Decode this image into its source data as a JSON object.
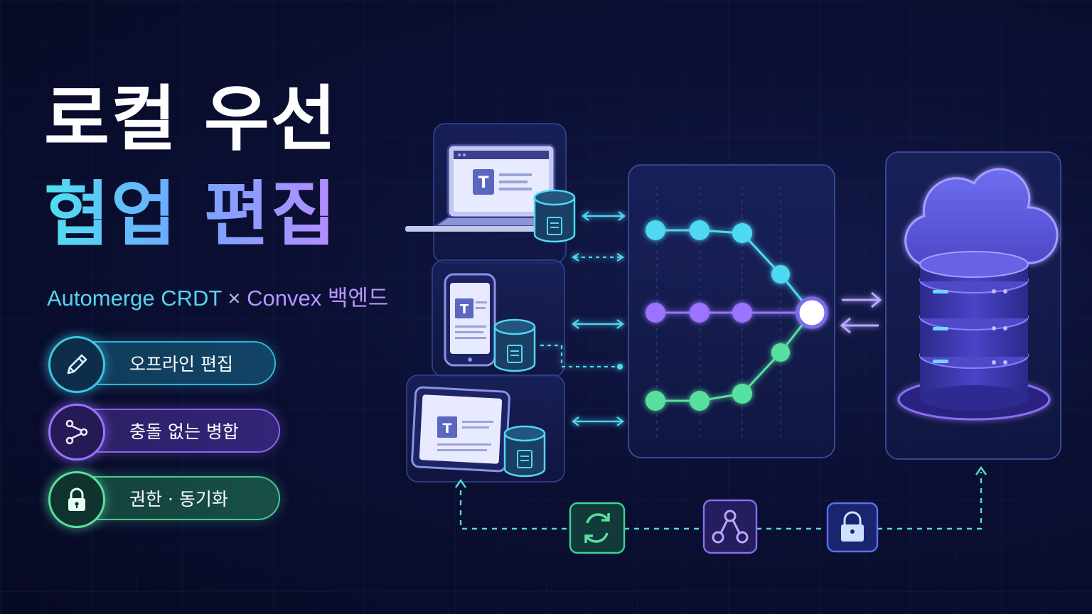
{
  "hero": {
    "title_line1": "로컬 우선",
    "title_line2": "협업 편집",
    "subtitle_part1": "Automerge CRDT",
    "subtitle_sep": "×",
    "subtitle_part2": "Convex 백엔드"
  },
  "features": [
    {
      "label": "오프라인 편집",
      "icon": "pencil-icon",
      "color": "#3fc6e2"
    },
    {
      "label": "충돌 없는 병합",
      "icon": "branch-icon",
      "color": "#9b73ff"
    },
    {
      "label": "권한 · 동기화",
      "icon": "lock-icon",
      "color": "#59e0a0"
    }
  ],
  "diagram": {
    "devices": [
      {
        "type": "laptop",
        "doc_glyph": "T"
      },
      {
        "type": "phone",
        "doc_glyph": "T"
      },
      {
        "type": "tablet",
        "doc_glyph": "T"
      }
    ],
    "colors": {
      "cyan": "#4fd8f2",
      "purple": "#9b73ff",
      "green": "#59e0a0"
    },
    "bottom_icons": [
      "sync-icon",
      "branch-icon",
      "lock-icon"
    ]
  }
}
